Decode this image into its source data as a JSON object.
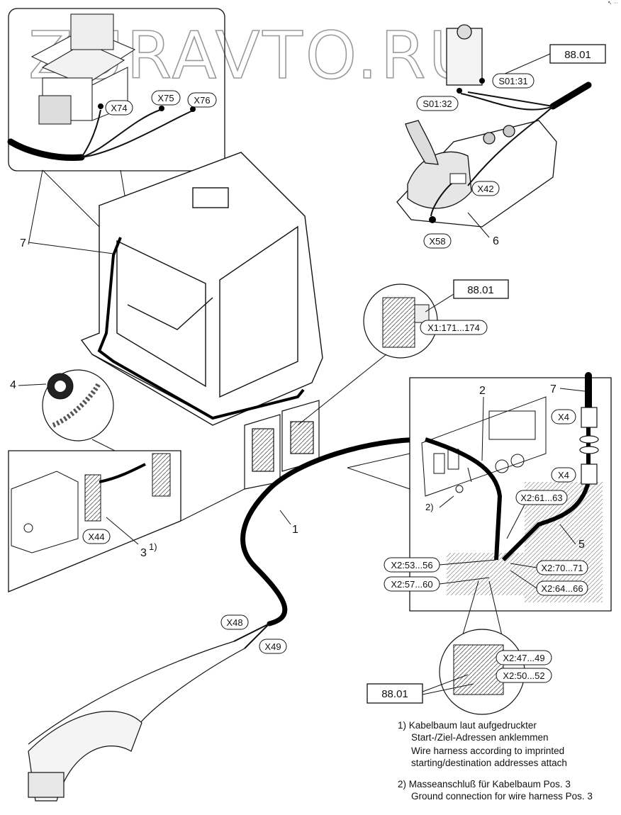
{
  "watermark": "ZURAVTO.RU",
  "corner_mark": "↖ ···",
  "part_numbers": {
    "p1": "1",
    "p2": "2",
    "p3": "3",
    "p3_sup": "1)",
    "p4": "4",
    "p5": "5",
    "p6": "6",
    "p7_cab": "7",
    "p7_right": "7",
    "ground_ref": "2)"
  },
  "connectors": {
    "x74": "X74",
    "x75": "X75",
    "x76": "X76",
    "s01_31": "S01:31",
    "s01_32": "S01:32",
    "x42": "X42",
    "x58": "X58",
    "x1": "X1:171...174",
    "x4_top": "X4",
    "x4_bottom": "X4",
    "x2_61": "X2:61...63",
    "x2_53": "X2:53...56",
    "x2_57": "X2:57...60",
    "x2_70": "X2:70...71",
    "x2_64": "X2:64...66",
    "x44": "X44",
    "x48": "X48",
    "x49": "X49",
    "x2_47": "X2:47...49",
    "x2_50": "X2:50...52"
  },
  "references": {
    "ref_top": "88.01",
    "ref_mid": "88.01",
    "ref_bottom": "88.01"
  },
  "notes": [
    {
      "line1": "1) Kabelbaum laut aufgedruckter",
      "line2": "Start-/Ziel-Adressen anklemmen",
      "line3": "Wire harness according to imprinted",
      "line4": "starting/destination addresses attach"
    },
    {
      "line1": "2) Masseanschluß für Kabelbaum Pos. 3",
      "line2": "Ground connection for wire harness Pos. 3"
    }
  ]
}
